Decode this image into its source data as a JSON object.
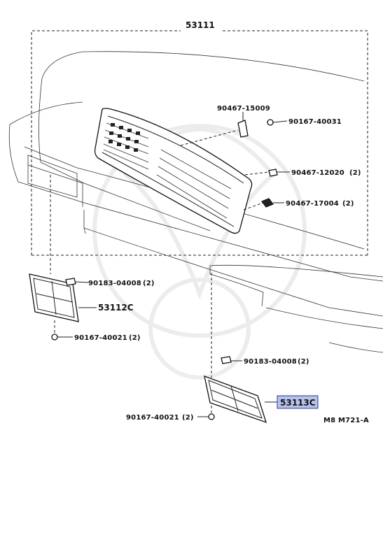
{
  "diagram": {
    "assembly_number": "53111",
    "reference_code": "M8 M721-A",
    "highlight_color": "#b7c2ec",
    "parts": [
      {
        "id": "p1",
        "number": "90467-15009",
        "qty": ""
      },
      {
        "id": "p2",
        "number": "90167-40031",
        "qty": ""
      },
      {
        "id": "p3",
        "number": "90467-12020",
        "qty": "(2)"
      },
      {
        "id": "p4",
        "number": "90467-17004",
        "qty": "(2)"
      },
      {
        "id": "p5",
        "number": "90183-04008",
        "qty": "(2)"
      },
      {
        "id": "p6",
        "number": "53112C",
        "qty": ""
      },
      {
        "id": "p7",
        "number": "90167-40021",
        "qty": "(2)"
      },
      {
        "id": "p8",
        "number": "90183-04008",
        "qty": "(2)"
      },
      {
        "id": "p9",
        "number": "53113C",
        "qty": "",
        "highlighted": true
      },
      {
        "id": "p10",
        "number": "90167-40021",
        "qty": "(2)"
      }
    ]
  }
}
